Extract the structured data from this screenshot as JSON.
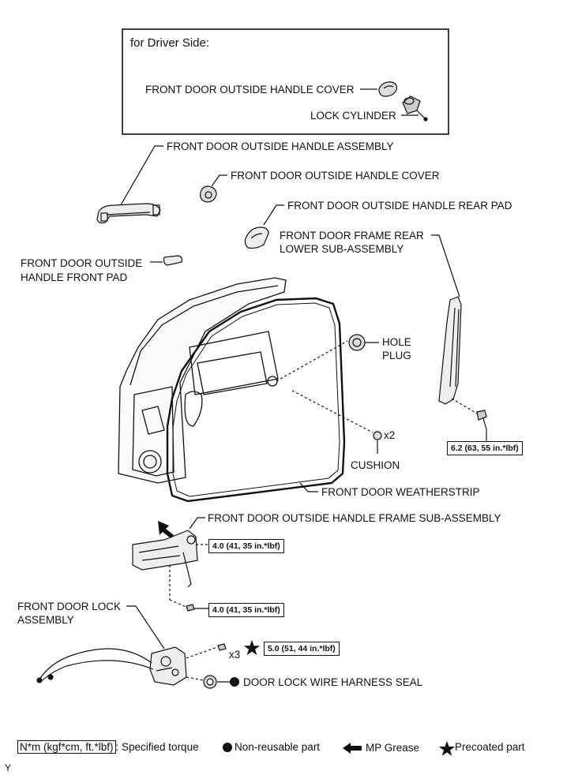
{
  "driver_box": {
    "title": "for Driver Side:",
    "handle_cover": "FRONT DOOR OUTSIDE HANDLE COVER",
    "lock_cylinder": "LOCK CYLINDER"
  },
  "labels": {
    "outside_handle_assembly": "FRONT DOOR OUTSIDE HANDLE ASSEMBLY",
    "outside_handle_cover": "FRONT DOOR OUTSIDE HANDLE COVER",
    "rear_pad": "FRONT DOOR OUTSIDE HANDLE REAR PAD",
    "frame_rear_lower_1": "FRONT DOOR FRAME REAR",
    "frame_rear_lower_2": "LOWER SUB-ASSEMBLY",
    "front_pad_1": "FRONT DOOR OUTSIDE",
    "front_pad_2": "HANDLE FRONT PAD",
    "hole_plug_1": "HOLE",
    "hole_plug_2": "PLUG",
    "cushion": "CUSHION",
    "cushion_qty": "x2",
    "weatherstrip": "FRONT DOOR WEATHERSTRIP",
    "handle_frame": "FRONT DOOR OUTSIDE HANDLE FRAME SUB-ASSEMBLY",
    "lock_assembly_1": "FRONT DOOR LOCK",
    "lock_assembly_2": "ASSEMBLY",
    "screw_qty": "x3",
    "harness_seal": "DOOR LOCK WIRE HARNESS SEAL",
    "corner_mark": "Y"
  },
  "torques": {
    "frame_rear": "6.2 (63, 55 in.*lbf)",
    "handle_frame_upper": "4.0 (41, 35 in.*lbf)",
    "handle_frame_lower": "4.0 (41, 35 in.*lbf)",
    "lock_screws": "5.0 (51, 44 in.*lbf)"
  },
  "legend": {
    "torque_key": "N*m (kgf*cm, ft.*lbf)",
    "torque_desc": ": Specified torque",
    "non_reusable": "Non-reusable part",
    "mp_grease": "MP Grease",
    "precoated": "Precoated part"
  }
}
